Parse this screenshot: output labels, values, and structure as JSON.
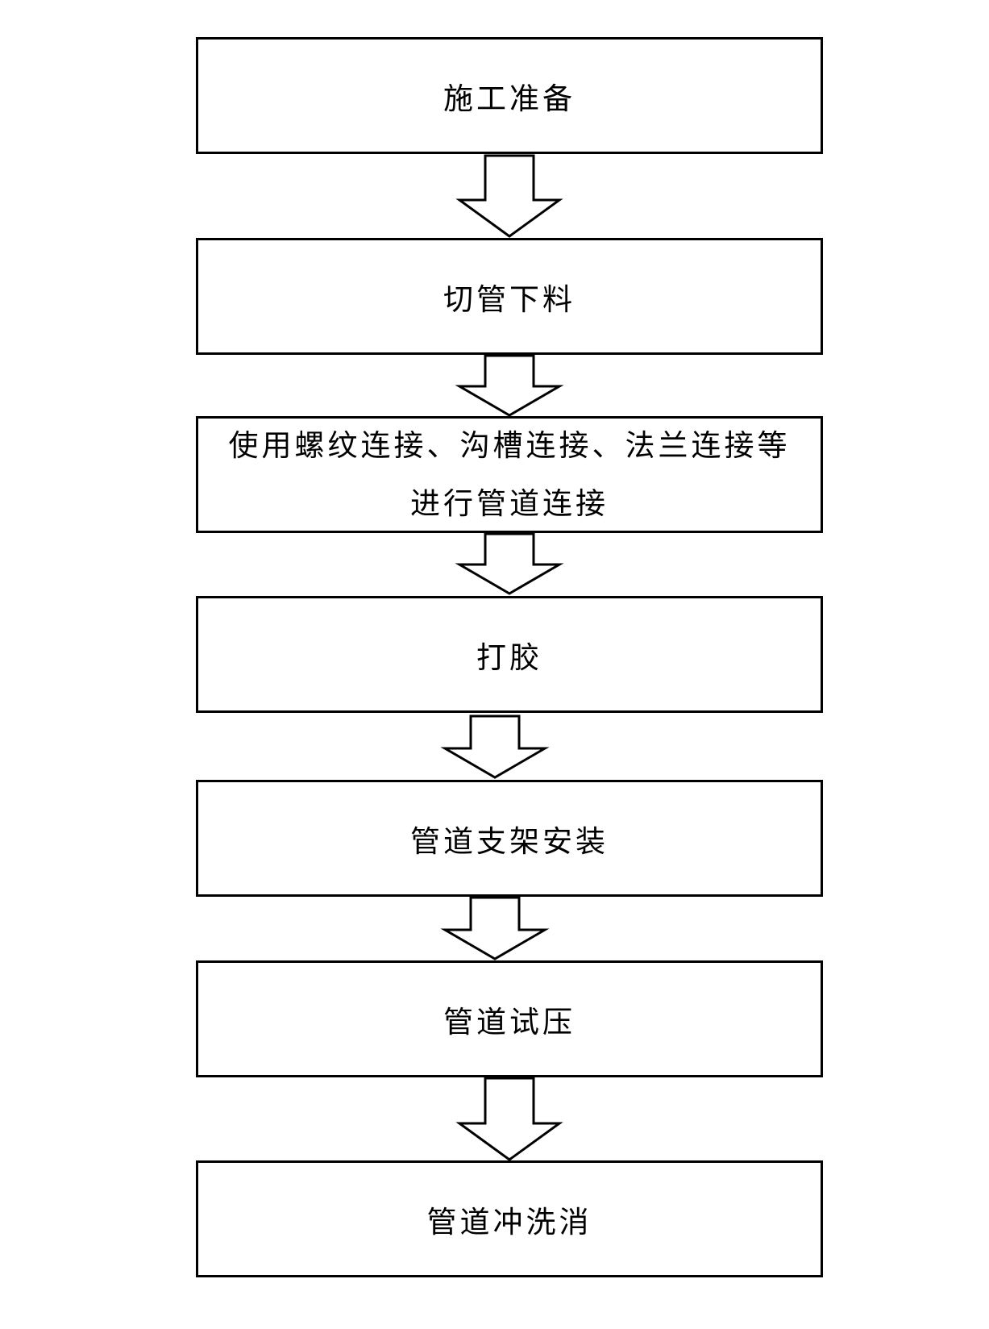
{
  "steps": [
    {
      "label": "施工准备"
    },
    {
      "label": "切管下料"
    },
    {
      "label_line1": "使用螺纹连接、沟槽连接、法兰连接等",
      "label_line2": "进行管道连接"
    },
    {
      "label": "打胶"
    },
    {
      "label": "管道支架安装"
    },
    {
      "label": "管道试压"
    },
    {
      "label": "管道冲洗消"
    }
  ],
  "colors": {
    "stroke": "#000000",
    "fill": "#ffffff"
  }
}
